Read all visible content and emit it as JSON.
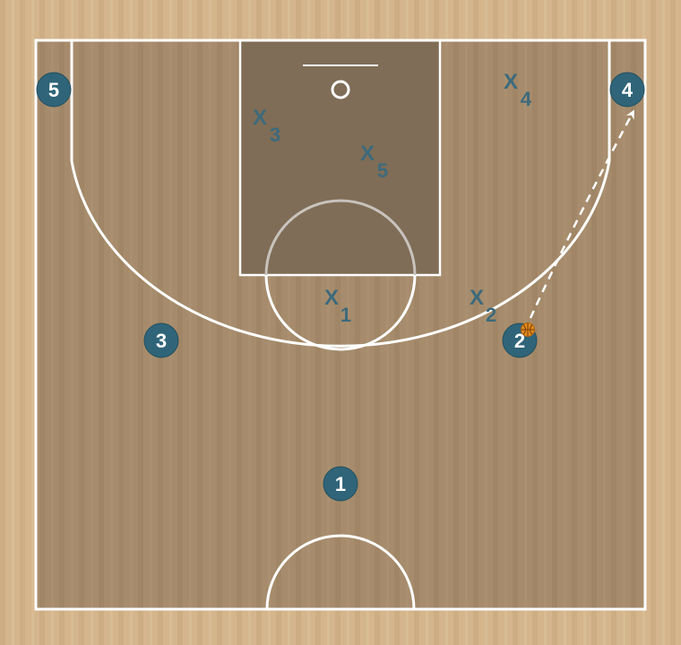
{
  "colors": {
    "floor_outer": "#d3b48a",
    "floor_inner": "#a48a6a",
    "paint": "#7d6b55",
    "lines": "#ffffff",
    "player_fill": "#2f6479",
    "defender_text": "#3d6a7c",
    "ball": "#e08a1e"
  },
  "offense": [
    {
      "label": "5"
    },
    {
      "label": "4"
    },
    {
      "label": "3"
    },
    {
      "label": "2"
    },
    {
      "label": "1"
    }
  ],
  "defense": [
    {
      "mark": "X",
      "sub": "1"
    },
    {
      "mark": "X",
      "sub": "2"
    },
    {
      "mark": "X",
      "sub": "3"
    },
    {
      "mark": "X",
      "sub": "4"
    },
    {
      "mark": "X",
      "sub": "5"
    }
  ],
  "ball_holder": "2",
  "action": {
    "type": "pass",
    "from": "2",
    "to": "4",
    "line_style": "dashed"
  }
}
